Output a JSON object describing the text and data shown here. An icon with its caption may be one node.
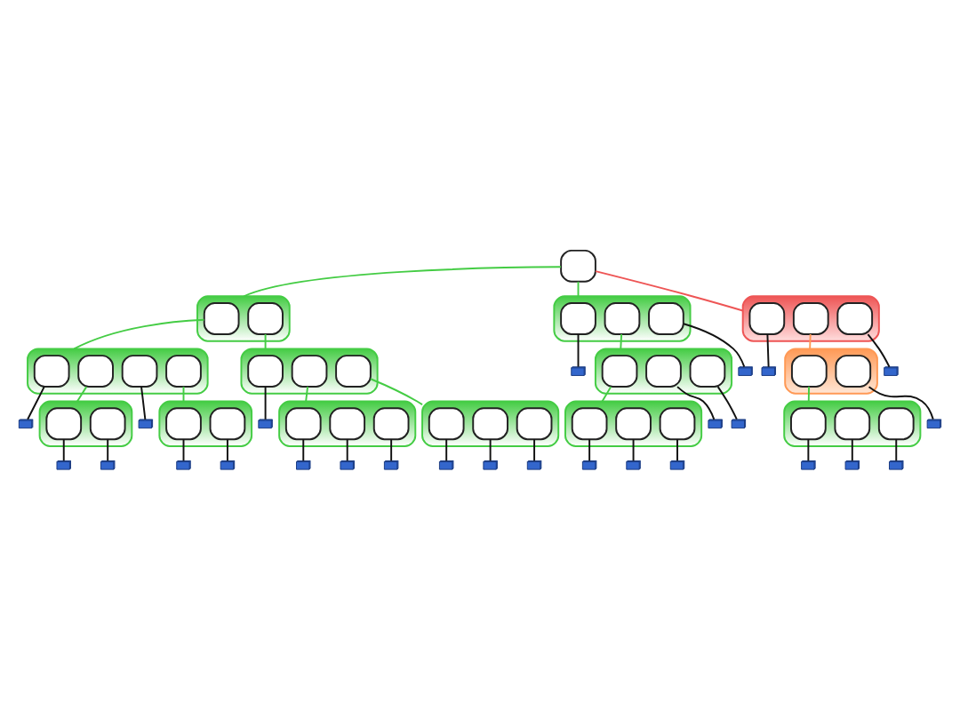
{
  "diagram": {
    "nodes": [
      {
        "text": [],
        "shape": "box"
      },
      {
        "text": [],
        "shape": "band"
      },
      {
        "text": [],
        "shape": "box",
        "in": 1
      },
      {
        "text": [],
        "shape": "box",
        "in": 1
      },
      {
        "text": [],
        "shape": "band"
      },
      {
        "text": [],
        "shape": "box",
        "in": 4
      },
      {
        "text": [],
        "shape": "box",
        "in": 4
      },
      {
        "text": [],
        "shape": "box",
        "in": 4
      },
      {
        "text": [],
        "shape": "box",
        "in": 4
      },
      {
        "text": [],
        "shape": "band"
      },
      {
        "text": [],
        "shape": "box",
        "in": 9
      },
      {
        "text": [],
        "shape": "box",
        "in": 9
      },
      {
        "text": [],
        "shape": "box",
        "in": 9
      },
      {
        "text": [],
        "shape": "band"
      },
      {
        "text": [],
        "shape": "box",
        "in": 13
      },
      {
        "text": [],
        "shape": "box",
        "in": 13
      },
      {
        "text": [],
        "shape": "box",
        "in": 13
      },
      {
        "text": [],
        "shape": "band"
      },
      {
        "text": [],
        "shape": "box",
        "in": 17
      },
      {
        "text": [],
        "shape": "box",
        "in": 17
      },
      {
        "text": [],
        "shape": "box",
        "in": 17
      },
      {
        "text": [],
        "shape": "computer"
      },
      {
        "text": [],
        "shape": "band"
      },
      {
        "text": [],
        "shape": "box",
        "in": 22
      },
      {
        "text": [],
        "shape": "box",
        "in": 22
      },
      {
        "text": [],
        "shape": "box",
        "in": 22
      },
      {
        "text": [],
        "shape": "computer"
      },
      {
        "text": [],
        "shape": "computer"
      },
      {
        "text": [],
        "shape": "band"
      },
      {
        "text": [],
        "shape": "box",
        "in": 28
      },
      {
        "text": [],
        "shape": "box",
        "in": 28
      },
      {
        "text": [],
        "shape": "computer"
      },
      {
        "text": [],
        "shape": "computer"
      },
      {
        "text": [],
        "shape": "band"
      },
      {
        "text": [],
        "shape": "box",
        "in": 33
      },
      {
        "text": [],
        "shape": "box",
        "in": 33
      },
      {
        "text": [],
        "shape": "computer"
      },
      {
        "text": [],
        "shape": "band"
      },
      {
        "text": [],
        "shape": "box",
        "in": 37
      },
      {
        "text": [],
        "shape": "box",
        "in": 37
      },
      {
        "text": [],
        "shape": "computer"
      },
      {
        "text": [],
        "shape": "band"
      },
      {
        "text": [],
        "shape": "box",
        "in": 41
      },
      {
        "text": [],
        "shape": "box",
        "in": 41
      },
      {
        "text": [],
        "shape": "box",
        "in": 41
      },
      {
        "text": [],
        "shape": "band"
      },
      {
        "text": [],
        "shape": "box",
        "in": 45
      },
      {
        "text": [],
        "shape": "box",
        "in": 45
      },
      {
        "text": [],
        "shape": "box",
        "in": 45
      },
      {
        "text": [],
        "shape": "band"
      },
      {
        "text": [],
        "shape": "box",
        "in": 49
      },
      {
        "text": [],
        "shape": "box",
        "in": 49
      },
      {
        "text": [],
        "shape": "box",
        "in": 49
      },
      {
        "text": [],
        "shape": "computer"
      },
      {
        "text": [],
        "shape": "computer"
      },
      {
        "text": [],
        "shape": "band"
      },
      {
        "text": [],
        "shape": "box",
        "in": 55
      },
      {
        "text": [],
        "shape": "box",
        "in": 55
      },
      {
        "text": [],
        "shape": "box",
        "in": 55
      },
      {
        "text": [],
        "shape": "computer"
      },
      {
        "text": [],
        "shape": "computer"
      },
      {
        "text": [],
        "shape": "computer"
      },
      {
        "text": [],
        "shape": "computer"
      },
      {
        "text": [],
        "shape": "computer"
      },
      {
        "text": [],
        "shape": "computer"
      },
      {
        "text": [],
        "shape": "computer"
      },
      {
        "text": [],
        "shape": "computer"
      },
      {
        "text": [],
        "shape": "computer"
      },
      {
        "text": [],
        "shape": "computer"
      },
      {
        "text": [],
        "shape": "computer"
      },
      {
        "text": [],
        "shape": "computer"
      },
      {
        "text": [],
        "shape": "computer"
      },
      {
        "text": [],
        "shape": "computer"
      },
      {
        "text": [],
        "shape": "computer"
      },
      {
        "text": [],
        "shape": "computer"
      },
      {
        "text": [],
        "shape": "computer"
      }
    ],
    "edges": [
      {
        "from": 0,
        "to": 1,
        "arrow": "none",
        "color": "#44cc44"
      },
      {
        "from": 0,
        "to": 13,
        "arrow": "none",
        "color": "#44cc44"
      },
      {
        "from": 0,
        "to": 17,
        "arrow": "none",
        "color": "#ee5555"
      },
      {
        "from": 2,
        "to": 4,
        "arrow": "none",
        "color": "#44cc44"
      },
      {
        "from": 3,
        "to": 9,
        "arrow": "none",
        "color": "#44cc44"
      },
      {
        "from": 5,
        "to": 32,
        "arrow": "none"
      },
      {
        "from": 6,
        "to": 33,
        "arrow": "none",
        "color": "#44cc44"
      },
      {
        "from": 7,
        "to": 36,
        "arrow": "none"
      },
      {
        "from": 8,
        "to": 37,
        "arrow": "none",
        "color": "#44cc44"
      },
      {
        "from": 10,
        "to": 40,
        "arrow": "none"
      },
      {
        "from": 11,
        "to": 41,
        "arrow": "none",
        "color": "#44cc44"
      },
      {
        "from": 12,
        "to": 45,
        "arrow": "none",
        "color": "#44cc44"
      },
      {
        "from": 14,
        "to": 21,
        "arrow": "none"
      },
      {
        "from": 15,
        "to": 22,
        "arrow": "none",
        "color": "#44cc44"
      },
      {
        "from": 16,
        "to": 26,
        "arrow": "none"
      },
      {
        "from": 18,
        "to": 27,
        "arrow": "none"
      },
      {
        "from": 19,
        "to": 28,
        "arrow": "none",
        "color": "#ff9955"
      },
      {
        "from": 20,
        "to": 31,
        "arrow": "none"
      },
      {
        "from": 23,
        "to": 49,
        "arrow": "none",
        "color": "#44cc44"
      },
      {
        "from": 24,
        "to": 53,
        "arrow": "none"
      },
      {
        "from": 25,
        "to": 54,
        "arrow": "none"
      },
      {
        "from": 29,
        "to": 55,
        "arrow": "none",
        "color": "#44cc44"
      },
      {
        "from": 30,
        "to": 59,
        "arrow": "none"
      },
      {
        "from": 34,
        "to": 60,
        "arrow": "none"
      },
      {
        "from": 35,
        "to": 61,
        "arrow": "none"
      },
      {
        "from": 38,
        "to": 62,
        "arrow": "none"
      },
      {
        "from": 39,
        "to": 63,
        "arrow": "none"
      },
      {
        "from": 42,
        "to": 64,
        "arrow": "none"
      },
      {
        "from": 43,
        "to": 65,
        "arrow": "none"
      },
      {
        "from": 44,
        "to": 66,
        "arrow": "none"
      },
      {
        "from": 46,
        "to": 67,
        "arrow": "none"
      },
      {
        "from": 47,
        "to": 68,
        "arrow": "none"
      },
      {
        "from": 48,
        "to": 69,
        "arrow": "none"
      },
      {
        "from": 50,
        "to": 70,
        "arrow": "none"
      },
      {
        "from": 51,
        "to": 71,
        "arrow": "none"
      },
      {
        "from": 52,
        "to": 72,
        "arrow": "none"
      },
      {
        "from": 56,
        "to": 73,
        "arrow": "none"
      },
      {
        "from": 57,
        "to": 74,
        "arrow": "none"
      },
      {
        "from": 58,
        "to": 75,
        "arrow": "none"
      }
    ]
  }
}
